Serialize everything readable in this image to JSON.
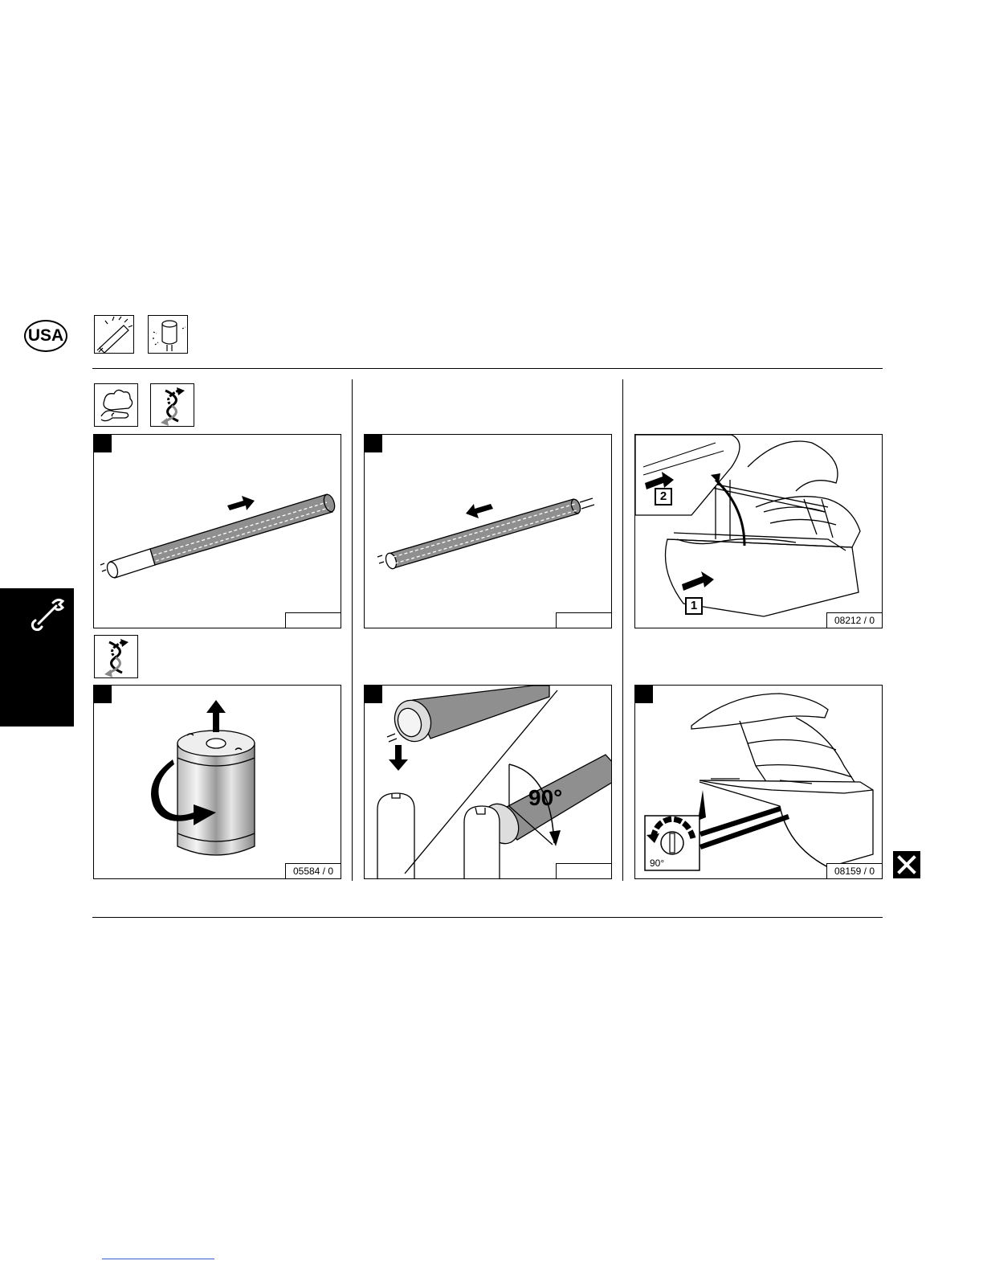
{
  "header": {
    "region_badge": "USA",
    "icons": [
      "uv-lamp-tube-icon",
      "starter-icon"
    ]
  },
  "side_tab": {
    "icon": "wrench-icon"
  },
  "close_icon": "close-x-icon",
  "row1": {
    "icons_left": [
      "cleaning-cloth-icon",
      "twist-replace-icon"
    ],
    "panels": [
      {
        "step": "",
        "ref": "",
        "arrow": "right",
        "description_icon": "tube-sleeve-slide-off"
      },
      {
        "step": "",
        "ref": "",
        "arrow": "left",
        "description_icon": "tube-sleeve-slide-on"
      },
      {
        "step": "",
        "ref": "08212 / 0",
        "labels": [
          "2",
          "1"
        ],
        "description_icon": "canopy-open"
      }
    ]
  },
  "row2": {
    "icons_left": [
      "twist-replace-icon"
    ],
    "panels": [
      {
        "step": "",
        "ref": "05584 / 0",
        "description_icon": "starter-twist-remove"
      },
      {
        "step": "",
        "ref": "",
        "angle_label": "90°",
        "description_icon": "tube-insert-rotate"
      },
      {
        "step": "",
        "ref": "08159 / 0",
        "angle_label": "90°",
        "description_icon": "lock-rotate"
      }
    ]
  },
  "colors": {
    "ink": "#000000",
    "paper": "#ffffff",
    "sleeve": "#8f8f8f",
    "footer_link": "#3a5bd0"
  }
}
